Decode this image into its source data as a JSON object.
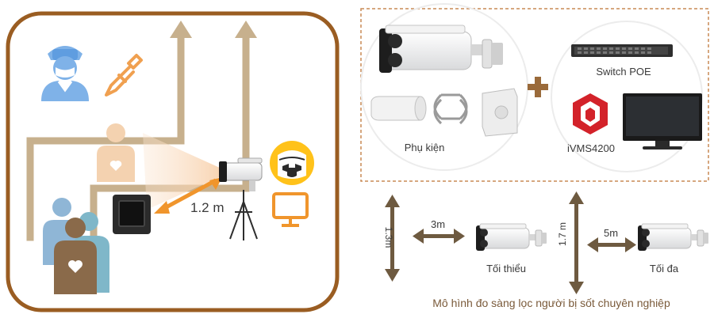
{
  "colors": {
    "frame": "#9a5d22",
    "path": "#c7b08d",
    "accent_orange": "#f0952c",
    "doctor_blue": "#7fb2e8",
    "person_peach": "#f4d2b0",
    "person_teal": "#7fb7c9",
    "person_brown": "#8a6a4a",
    "arrow_brown": "#6e5a40",
    "shield_yellow": "#ffc21a",
    "dashed": "#c88a55",
    "plus": "#9a6a3a"
  },
  "scene": {
    "distance_label": "1.2 m"
  },
  "components": {
    "accessories_label": "Phụ kiện",
    "switch_label": "Switch POE",
    "software_label": "iVMS4200"
  },
  "spacing": {
    "height_min_label": "1.3m",
    "gap_min_label": "3m",
    "min_label": "Tối thiểu",
    "height_max_label": "1.7 m",
    "gap_max_label": "5m",
    "max_label": "Tối đa"
  },
  "caption": "Mô hình đo sàng lọc người bị sốt chuyên nghiệp",
  "icons": [
    "doctor-icon",
    "pipette-icon",
    "person-icon",
    "blackbody-device-icon",
    "camera-icon",
    "tripod-icon",
    "face-shield-icon",
    "monitor-icon",
    "switch-icon",
    "ivms-logo-icon",
    "plus-icon"
  ]
}
